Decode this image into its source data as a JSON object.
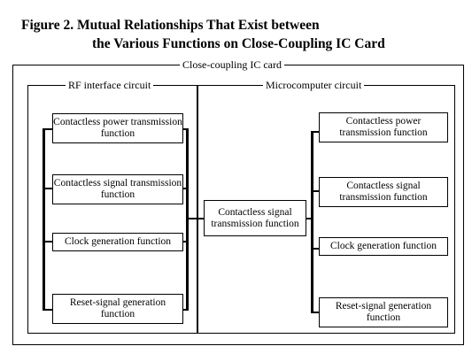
{
  "figure": {
    "title_line1": "Figure 2. Mutual Relationships That Exist between",
    "title_line2": "the Various Functions on Close-Coupling IC Card"
  },
  "diagram": {
    "outer_label": "Close-coupling IC card",
    "left_label": "RF interface circuit",
    "right_label": "Microcomputer circuit",
    "left_boxes": [
      "Contactless power transmission function",
      "Contactless signal transmission function",
      "Clock generation function",
      "Reset-signal generation function"
    ],
    "center_box": "Contactless signal transmission function",
    "right_boxes": [
      "Contactless power transmission function",
      "Contactless signal transmission function",
      "Clock generation function",
      "Reset-signal generation function"
    ]
  }
}
